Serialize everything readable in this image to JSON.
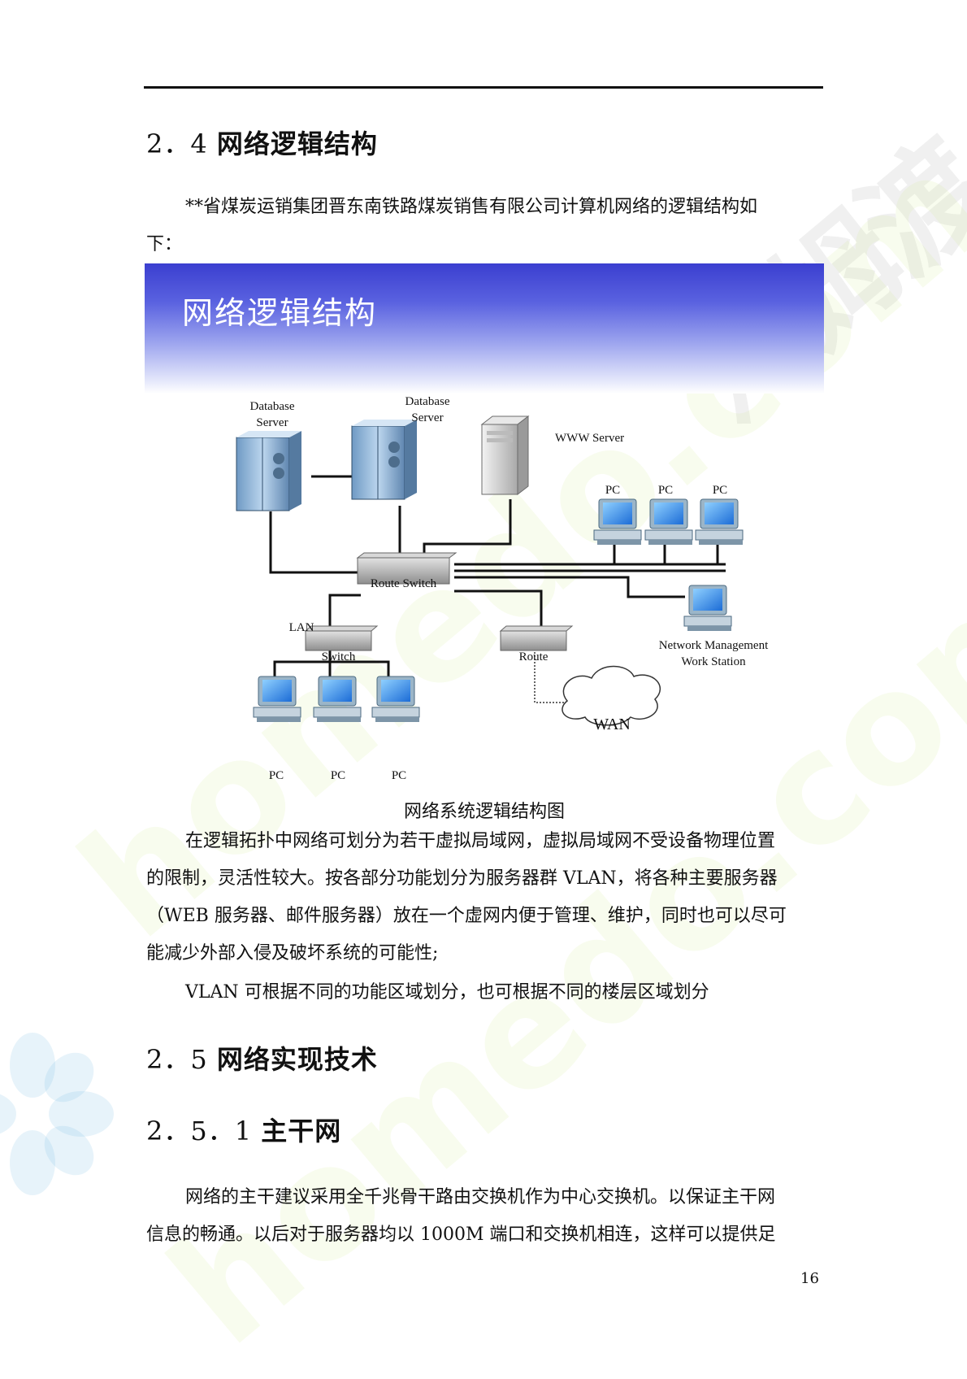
{
  "page_number": "16",
  "section_2_4": {
    "number": "2．4",
    "title": "网络逻辑结构"
  },
  "intro": {
    "line1": "**省煤炭运销集团晋东南铁路煤炭销售有限公司计算机网络的逻辑结构如",
    "line2": "下："
  },
  "figure": {
    "banner_title": "网络逻辑结构",
    "labels": {
      "db_server_1": [
        "Database",
        "Server"
      ],
      "db_server_2": [
        "Database",
        "Server"
      ],
      "www_server": "WWW Server",
      "pc": "PC",
      "route_switch": "Route Switch",
      "lan": "LAN",
      "switch": "Switch",
      "route": "Route",
      "wan": "WAN",
      "nms": [
        "Network Management",
        "Work Station"
      ]
    },
    "caption": "网络系统逻辑结构图"
  },
  "body": {
    "para1": [
      "在逻辑拓扑中网络可划分为若干虚拟局域网，虚拟局域网不受设备物理位置",
      "的限制，灵活性较大。按各部分功能划分为服务器群 VLAN，将各种主要服务器",
      "（WEB 服务器、邮件服务器）放在一个虚网内便于管理、维护，同时也可以尽可",
      "能减少外部入侵及破坏系统的可能性;"
    ],
    "para2": "VLAN 可根据不同的功能区域划分，也可根据不同的楼层区域划分"
  },
  "section_2_5": {
    "number": "2．5",
    "title": "网络实现技术"
  },
  "section_2_5_1": {
    "number": "2．5．1",
    "title": "主干网"
  },
  "backbone": {
    "line1": "网络的主干建议采用全千兆骨干路由交换机作为中心交换机。以保证主干网",
    "line2": "信息的畅通。以后对于服务器均以 1000M 端口和交换机相连，这样可以提供足"
  },
  "watermarks": {
    "cn": "河姆渡",
    "en": "homedo.com"
  }
}
